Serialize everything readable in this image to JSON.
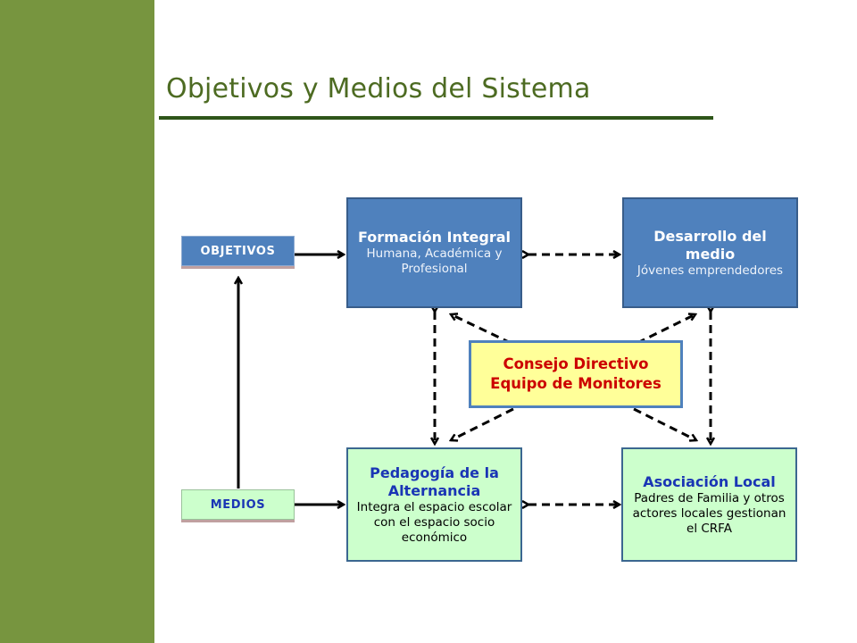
{
  "slide": {
    "title": "Objetivos y Medios del Sistema"
  },
  "labels": {
    "objetivos": "OBJETIVOS",
    "medios": "MEDIOS"
  },
  "boxes": {
    "formacion": {
      "title": "Formación Integral",
      "subtitle": "Humana, Académica y Profesional"
    },
    "desarrollo": {
      "title": "Desarrollo del medio",
      "subtitle": "Jóvenes emprendedores"
    },
    "pedagogia": {
      "title": "Pedagogía de la Alternancia",
      "subtitle": "Integra el espacio escolar con el espacio socio económico"
    },
    "asociacion": {
      "title": "Asociación Local",
      "subtitle": "Padres de Familia y otros actores locales gestionan el CRFA"
    },
    "consejo": {
      "line1": "Consejo Directivo",
      "line2": "Equipo de Monitores"
    }
  },
  "colors": {
    "sidebar": "#77953f",
    "title": "#4d6b22",
    "objectives_box": "#4f81bd",
    "means_box": "#ccffcc",
    "council_box": "#ffff99",
    "council_text": "#cc0000"
  }
}
